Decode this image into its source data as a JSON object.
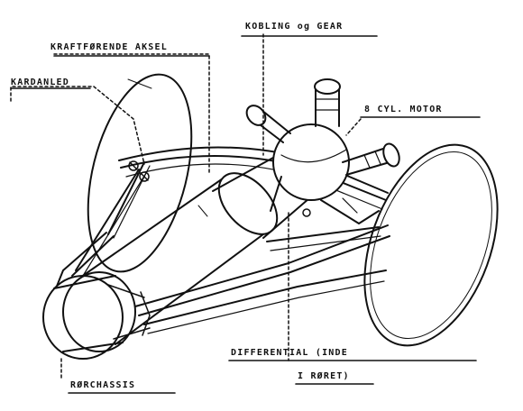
{
  "colors": {
    "ink": "#111111",
    "paper": "#ffffff"
  },
  "labels": {
    "kobling": "KOBLING og GEAR",
    "kraftforende": "KRAFTFØRENDE AKSEL",
    "karbanled": "KARDANLED",
    "motor": "8 CYL. MOTOR",
    "differential_line1": "DIFFERENTIAL (INDE",
    "differential_line2": "I RØRET)",
    "rorchassis": "RØRCHASSIS"
  }
}
